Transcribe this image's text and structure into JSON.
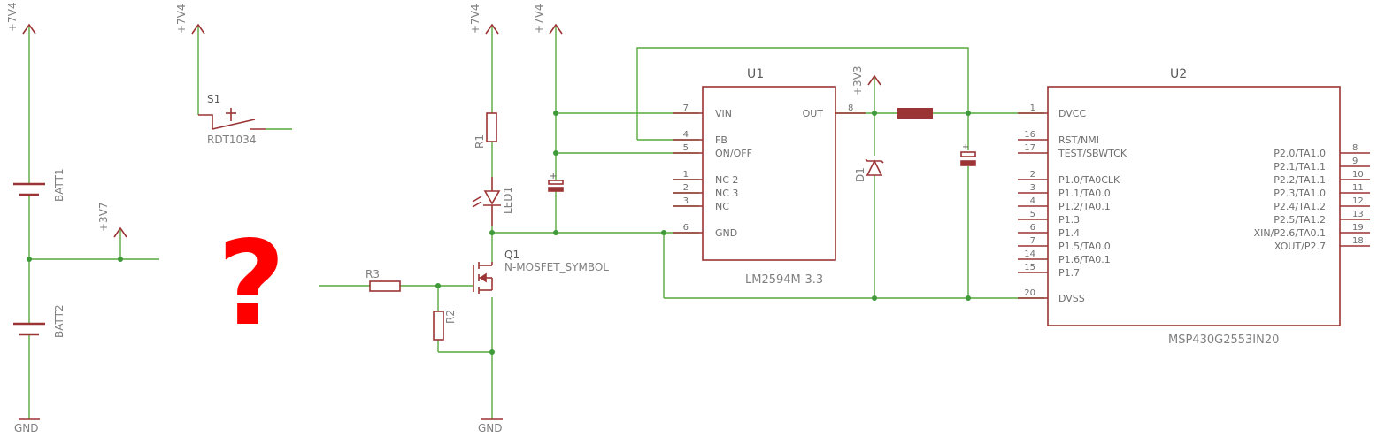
{
  "colors": {
    "wire": "#57a83f",
    "symbol": "#9b3434",
    "label": "#7f7f7f",
    "junction": "#3f9a3a",
    "question": "#ff0000"
  },
  "power": {
    "vbat_top": "+7V4",
    "switch_supply": "+7V4",
    "led_supply": "+7V4",
    "cap_supply": "+7V4",
    "mid_tap": "+3V7",
    "regulated": "+3V3",
    "gnd_batt": "GND",
    "gnd_fet": "GND"
  },
  "parts": {
    "batt1": "BATT1",
    "batt2": "BATT2",
    "s1": "S1",
    "s1_value": "RDT1034",
    "question_mark": "?",
    "r1": "R1",
    "led1": "LED1",
    "q1": "Q1",
    "q1_value": "N-MOSFET_SYMBOL",
    "r3": "R3",
    "r2": "R2",
    "d1": "D1",
    "u1_name": "U1",
    "u1_value": "LM2594M-3.3",
    "u2_name": "U2",
    "u2_value": "MSP430G2553IN20"
  },
  "u1_pins": {
    "vin": "VIN",
    "vin_num": "7",
    "fb": "FB",
    "fb_num": "4",
    "onoff": "ON/OFF",
    "onoff_num": "5",
    "nc2": "NC 2",
    "nc2_num": "1",
    "nc3": "NC 3",
    "nc3_num": "2",
    "nc": "NC",
    "nc_num": "3",
    "gnd": "GND",
    "gnd_num": "6",
    "out": "OUT",
    "out_num": "8"
  },
  "u2_pins_left": [
    {
      "num": "1",
      "label": "DVCC"
    },
    {
      "num": "16",
      "label": "RST/NMI"
    },
    {
      "num": "17",
      "label": "TEST/SBWTCK"
    },
    {
      "num": "2",
      "label": "P1.0/TA0CLK"
    },
    {
      "num": "3",
      "label": "P1.1/TA0.0"
    },
    {
      "num": "4",
      "label": "P1.2/TA0.1"
    },
    {
      "num": "5",
      "label": "P1.3"
    },
    {
      "num": "6",
      "label": "P1.4"
    },
    {
      "num": "7",
      "label": "P1.5/TA0.0"
    },
    {
      "num": "14",
      "label": "P1.6/TA0.1"
    },
    {
      "num": "15",
      "label": "P1.7"
    },
    {
      "num": "20",
      "label": "DVSS"
    }
  ],
  "u2_pins_right": [
    {
      "num": "8",
      "label": "P2.0/TA1.0"
    },
    {
      "num": "9",
      "label": "P2.1/TA1.1"
    },
    {
      "num": "10",
      "label": "P2.2/TA1.1"
    },
    {
      "num": "11",
      "label": "P2.3/TA1.0"
    },
    {
      "num": "12",
      "label": "P2.4/TA1.2"
    },
    {
      "num": "13",
      "label": "P2.5/TA1.2"
    },
    {
      "num": "19",
      "label": "XIN/P2.6/TA0.1"
    },
    {
      "num": "18",
      "label": "XOUT/P2.7"
    }
  ]
}
